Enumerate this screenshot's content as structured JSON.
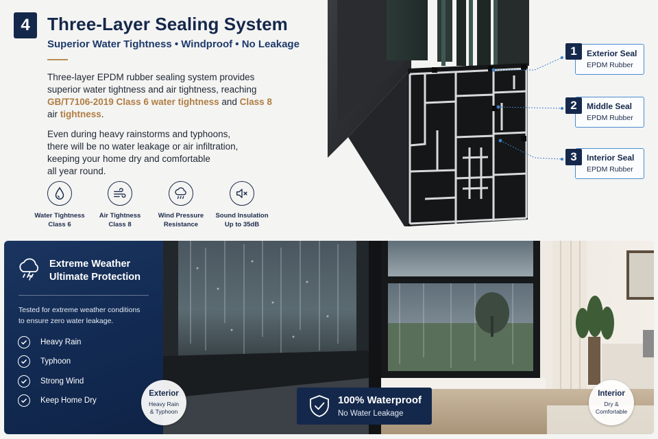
{
  "header": {
    "number": "4",
    "title": "Three-Layer Sealing System",
    "subtitle": "Superior Water Tightness • Windproof • No Leakage"
  },
  "intro": {
    "line_1": "Three-layer EPDM rubber sealing system provides",
    "line_2": "superior water tightness and air tightness, reaching",
    "highlight_1": "GB/T7106-2019 Class 6 water tightness",
    "joiner": " and ",
    "highlight_2": "Class 8",
    "line_4a": "air ",
    "highlight_3": "tightness",
    "line_4b": "."
  },
  "para2": {
    "line_1": "Even during heavy rainstorms and typhoons,",
    "line_2": "there will be no water leakage or air infiltration,",
    "line_3": "keeping your home dry and comfortable",
    "line_4": "all year round."
  },
  "features": [
    {
      "icon": "water-drop-icon",
      "line_1": "Water Tightness",
      "line_2": "Class 6"
    },
    {
      "icon": "wind-icon",
      "line_1": "Air Tightness",
      "line_2": "Class 8"
    },
    {
      "icon": "storm-cloud-icon",
      "line_1": "Wind Pressure",
      "line_2": "Resistance"
    },
    {
      "icon": "speaker-mute-icon",
      "line_1": "Sound Insulation",
      "line_2": "Up to 35dB"
    }
  ],
  "seals": [
    {
      "number": "1",
      "title": "Exterior Seal",
      "material": "EPDM Rubber"
    },
    {
      "number": "2",
      "title": "Middle Seal",
      "material": "EPDM Rubber"
    },
    {
      "number": "3",
      "title": "Interior Seal",
      "material": "EPDM Rubber"
    }
  ],
  "weather_panel": {
    "icon": "storm-cloud-icon",
    "title_line_1": "Extreme Weather",
    "title_line_2": "Ultimate Protection",
    "desc_line_1": "Tested for extreme weather conditions",
    "desc_line_2": "to ensure zero water leakage.",
    "checks": [
      "Heavy Rain",
      "Typhoon",
      "Strong Wind",
      "Keep Home Dry"
    ]
  },
  "exterior_badge": {
    "title": "Exterior",
    "line_1": "Heavy Rain",
    "line_2": "& Typhoon"
  },
  "interior_badge": {
    "title": "Interior",
    "line_1": "Dry &",
    "line_2": "Comfortable"
  },
  "waterproof_badge": {
    "icon": "shield-check-icon",
    "title": "100% Waterproof",
    "subtitle": "No Water Leakage"
  },
  "colors": {
    "navy": "#14284b",
    "gold": "#b07d42",
    "callout_border": "#4b8bd0"
  }
}
